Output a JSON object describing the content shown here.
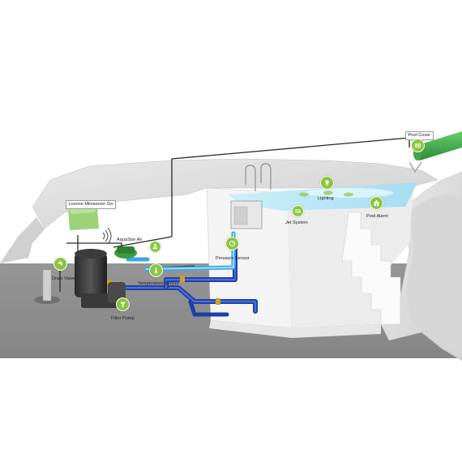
{
  "labels": {
    "pool_cover": "Pool Cover",
    "loxone_miniserver": "Loxone Miniserver Go",
    "aquastar_air": "AquaStar Air",
    "lighting": "Lighting",
    "jet_system": "Jet System",
    "pool_alarm": "Pool Alarm",
    "pressure_sensor": "Pressure Sensor",
    "drain_valve": "Drain Valve",
    "temperature_sensor": "Temperature Sensor",
    "filter_pump": "Filter Pump"
  },
  "colors": {
    "accent_green": "#8cc63f",
    "pipe_blue": "#1f3fa8",
    "pipe_light_blue": "#36a8e8",
    "water": "#bfe9f7",
    "cover_green": "#3ea84a",
    "ground": "#8d8d8d",
    "rock": "#dcdcdc"
  },
  "icons": {
    "pool_cover": "shutter-icon",
    "aquastar_air": "valve-icon",
    "lighting": "lightbulb-icon",
    "jet_system": "waves-icon",
    "pool_alarm": "house-alarm-icon",
    "pressure_sensor": "gauge-icon",
    "drain_valve": "faucet-icon",
    "temperature_sensor": "thermometer-icon",
    "filter_pump": "funnel-icon"
  }
}
